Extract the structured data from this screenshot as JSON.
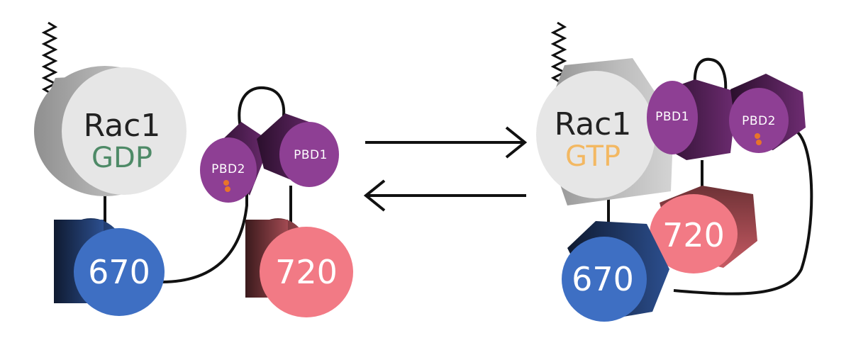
{
  "left_state": {
    "rac_label": "Rac1",
    "nucleotide_label": "GDP",
    "domain_a_label": "670",
    "domain_b_label": "720",
    "pbd1_label": "PBD1",
    "pbd2_label": "PBD2"
  },
  "right_state": {
    "rac_label": "Rac1",
    "nucleotide_label": "GTP",
    "domain_a_label": "670",
    "domain_b_label": "720",
    "pbd1_label": "PBD1",
    "pbd2_label": "PBD2"
  },
  "colors": {
    "gdp_text": "#4e8a67",
    "gtp_text": "#f3b862",
    "rac_face": "#e6e6e6",
    "rac_side": "#a9a9a9",
    "domain_670": "#3e6fc3",
    "domain_720": "#f27a85",
    "pbd": "#8e3f94",
    "line": "#111111"
  },
  "arrows": {
    "forward": "right",
    "reverse": "left"
  }
}
